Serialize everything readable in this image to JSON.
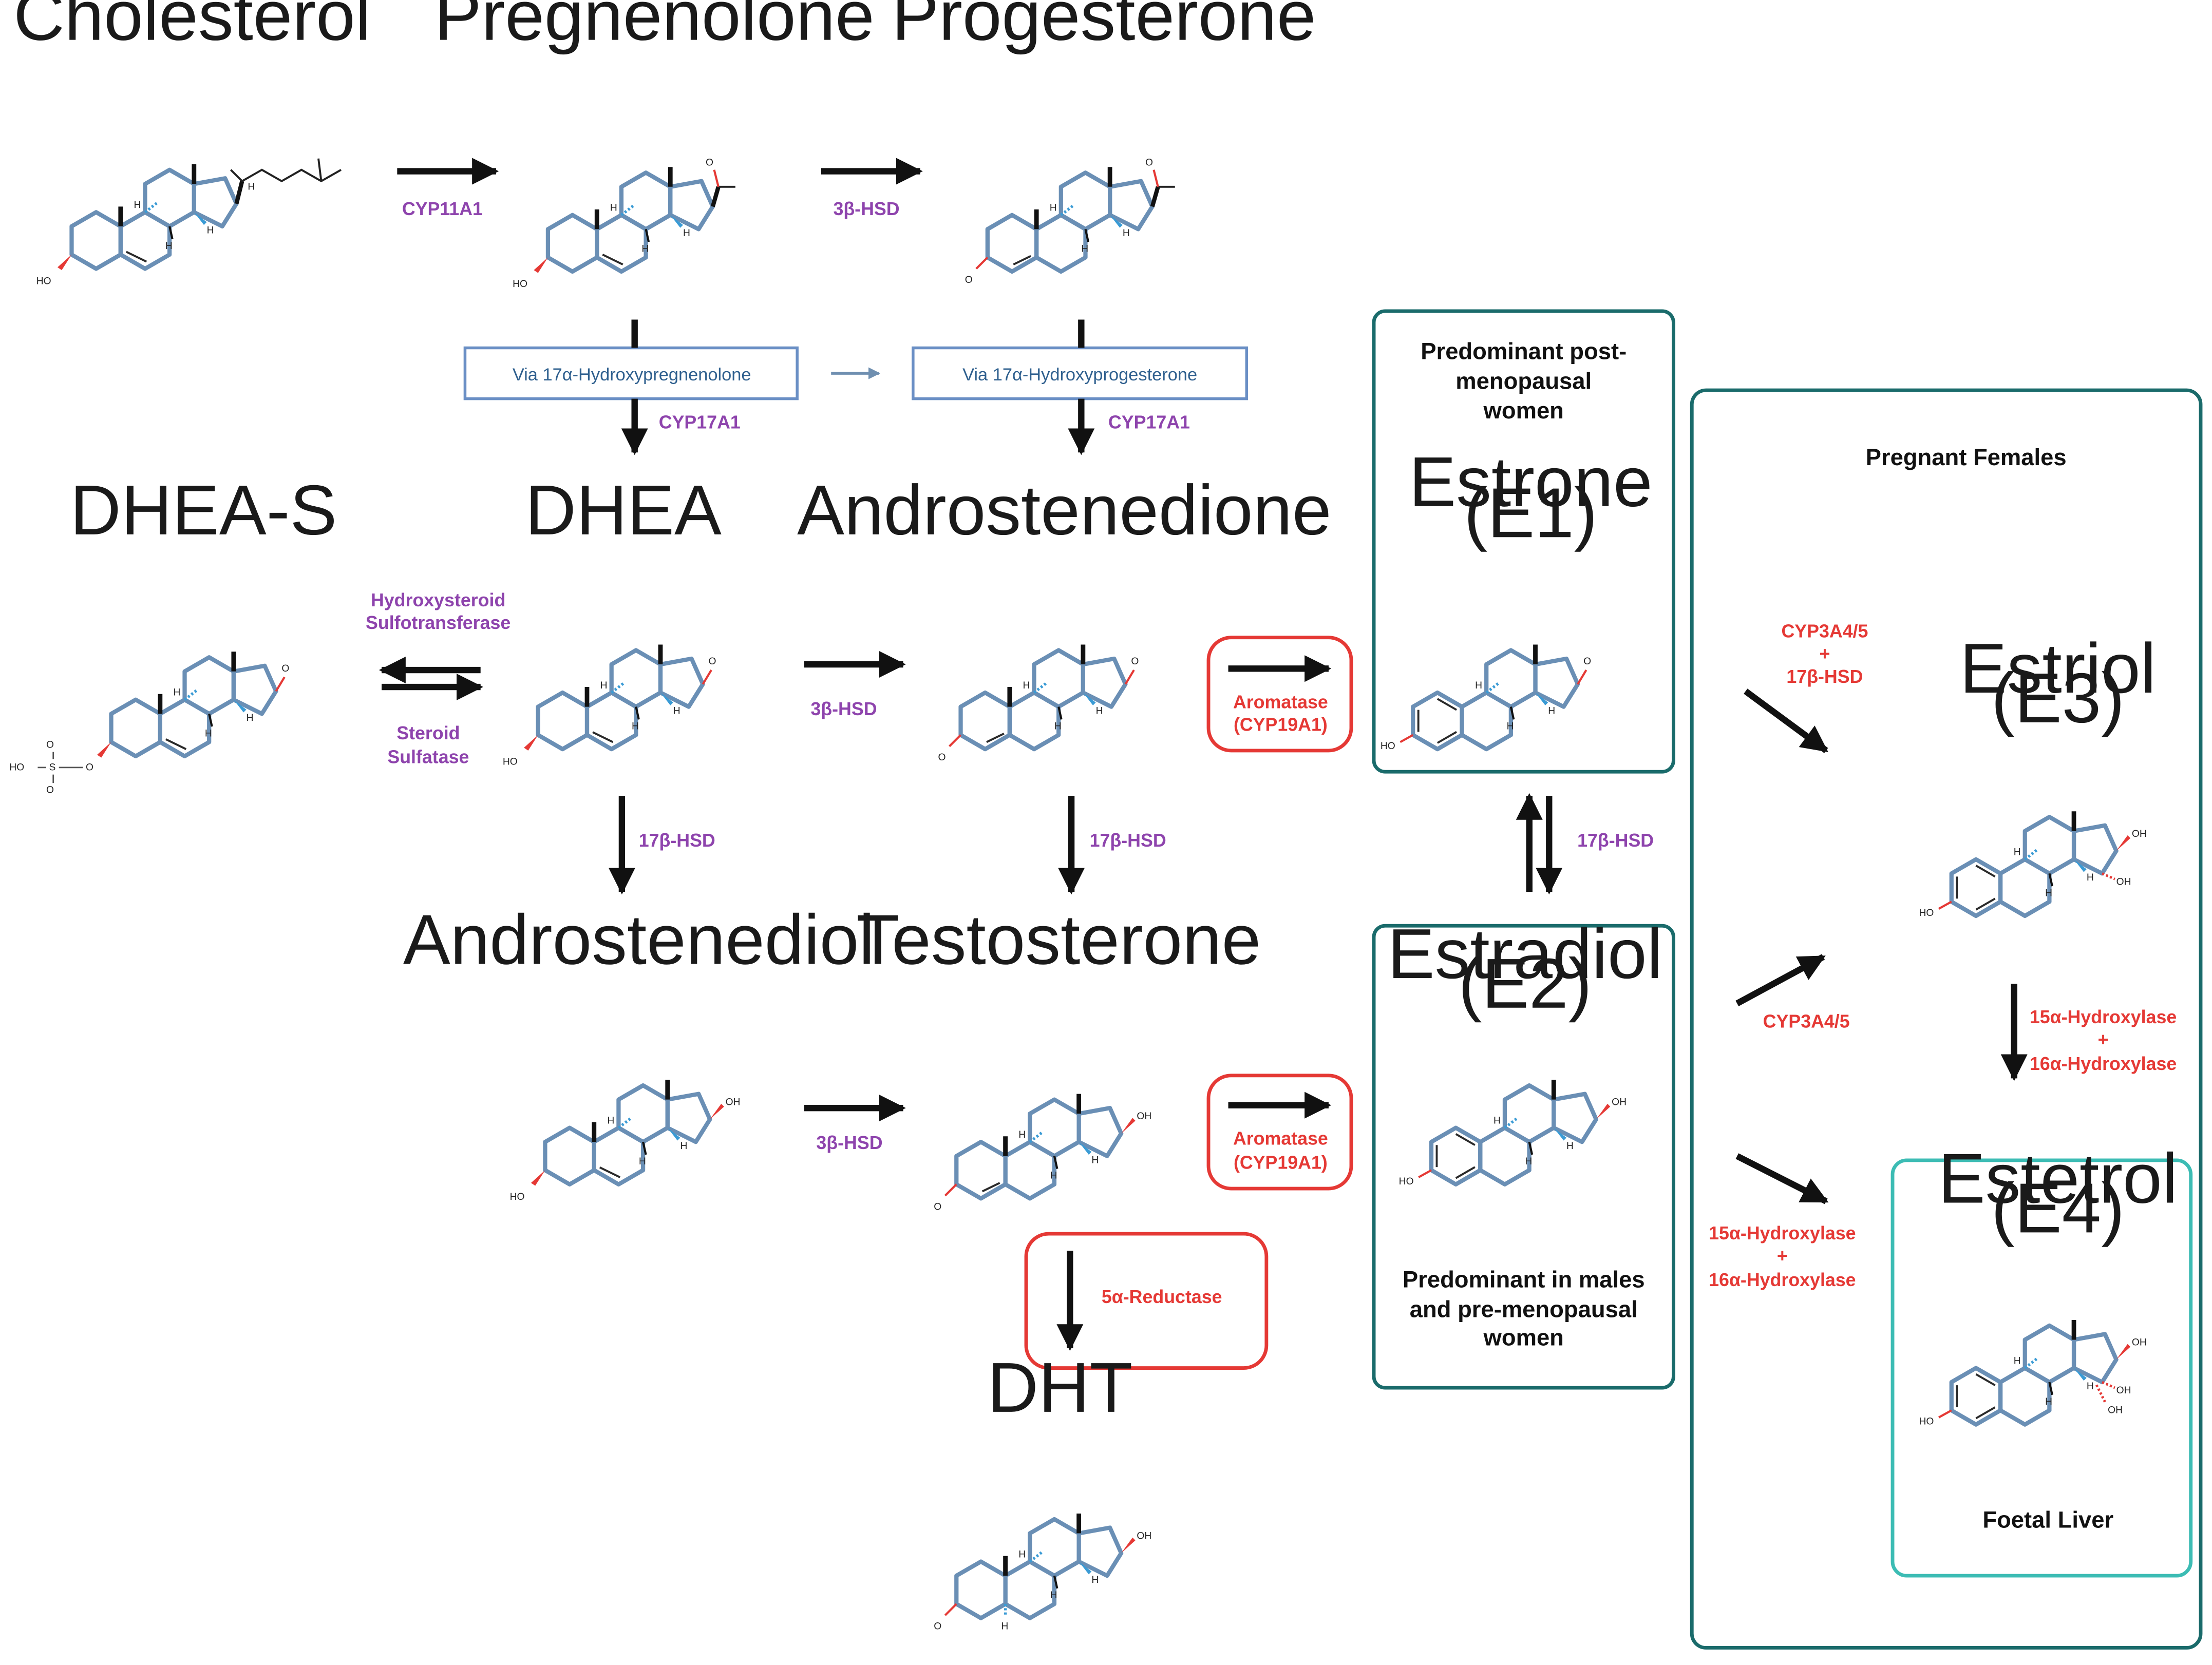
{
  "colors": {
    "enzyme_purple": "#8e44ad",
    "enzyme_red": "#e53935",
    "box_teal": "#1a6b6b",
    "box_teal_light": "#3cbcb4",
    "box_blue": "#6a8fc5",
    "via_text": "#2e5f8e",
    "ring": "#6a8fb5",
    "oxygen_red": "#e53935",
    "hydrogen_stereo": "#3a9bd5"
  },
  "compounds": {
    "cholesterol": "Cholesterol",
    "pregnenolone": "Pregnenolone",
    "progesterone": "Progesterone",
    "dhea_s": "DHEA-S",
    "dhea": "DHEA",
    "androstenedione": "Androstenedione",
    "androstenediol": "Androstenediol",
    "testosterone": "Testosterone",
    "dht": "DHT",
    "estrone_l1": "Estrone",
    "estrone_l2": "(E1)",
    "estradiol_l1": "Estradiol",
    "estradiol_l2": "(E2)",
    "estriol_l1": "Estriol",
    "estriol_l2": "(E3)",
    "estetrol_l1": "Estetrol",
    "estetrol_l2": "(E4)"
  },
  "enzymes": {
    "cyp11a1": "CYP11A1",
    "hsd3b_1": "3β-HSD",
    "cyp17a1_1": "CYP17A1",
    "cyp17a1_2": "CYP17A1",
    "sulfo_l1": "Hydroxysteroid",
    "sulfo_l2": "Sulfotransferase",
    "sulfatase_l1": "Steroid",
    "sulfatase_l2": "Sulfatase",
    "hsd3b_2": "3β-HSD",
    "hsd17b_1": "17β-HSD",
    "hsd17b_2": "17β-HSD",
    "hsd3b_3": "3β-HSD",
    "aromatase_1_l1": "Aromatase",
    "aromatase_1_l2": "(CYP19A1)",
    "aromatase_2_l1": "Aromatase",
    "aromatase_2_l2": "(CYP19A1)",
    "reductase": "5α-Reductase",
    "hsd17b_3": "17β-HSD",
    "e3_path1_l1": "CYP3A4/5",
    "e3_path1_l2": "+",
    "e3_path1_l3": "17β-HSD",
    "e3_path2": "CYP3A4/5",
    "hydrox_1_l1": "15α-Hydroxylase",
    "hydrox_1_l2": "+",
    "hydrox_1_l3": "16α-Hydroxylase",
    "hydrox_2_l1": "15α-Hydroxylase",
    "hydrox_2_l2": "+",
    "hydrox_2_l3": "16α-Hydroxylase"
  },
  "via": {
    "preg": "Via 17α-Hydroxypregnenolone",
    "prog": "Via 17α-Hydroxyprogesterone"
  },
  "groups": {
    "postmeno_l1": "Predominant post-",
    "postmeno_l2": "menopausal",
    "postmeno_l3": "women",
    "males_l1": "Predominant in males",
    "males_l2": "and pre-menopausal",
    "males_l3": "women",
    "pregnant": "Pregnant Females",
    "foetal": "Foetal Liver"
  },
  "atoms": {
    "ho": "HO",
    "h": "H",
    "o": "O",
    "oh": "OH",
    "s": "S"
  }
}
